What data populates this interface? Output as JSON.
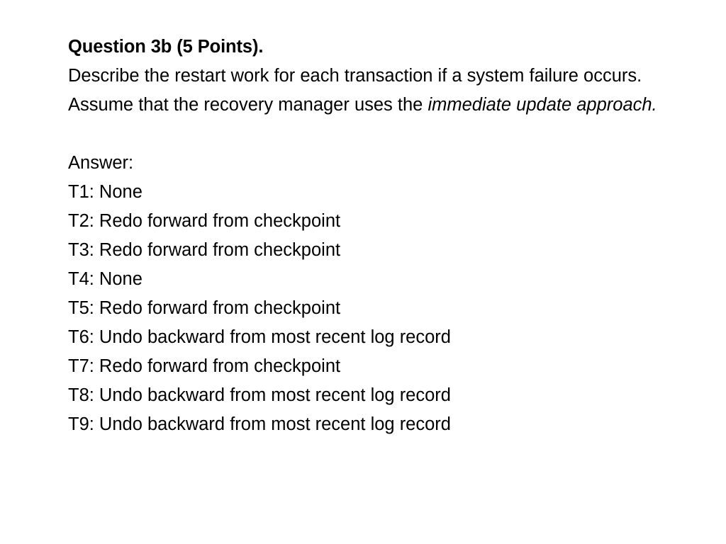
{
  "slide": {
    "background_color": "#ffffff",
    "text_color": "#000000",
    "heading": "Question 3b (5 Points).",
    "question": {
      "text_before_emphasis": "Describe the restart work for each transaction if a system failure occurs. Assume that the recovery manager uses the ",
      "emphasis": "immediate update approach."
    },
    "answer_label": "Answer:",
    "answers": [
      {
        "transaction": "T1:",
        "action": "None",
        "line": "T1: None"
      },
      {
        "transaction": "T2:",
        "action": "Redo forward from checkpoint",
        "line": "T2: Redo forward from checkpoint"
      },
      {
        "transaction": "T3:",
        "action": "Redo forward from checkpoint",
        "line": "T3: Redo forward from checkpoint"
      },
      {
        "transaction": "T4:",
        "action": "None",
        "line": "T4: None"
      },
      {
        "transaction": "T5:",
        "action": "Redo forward from checkpoint",
        "line": "T5: Redo forward from checkpoint"
      },
      {
        "transaction": "T6:",
        "action": "Undo backward from most recent log record",
        "line": "T6: Undo backward from most recent log record"
      },
      {
        "transaction": "T7:",
        "action": "Redo forward from checkpoint",
        "line": "T7: Redo forward from checkpoint"
      },
      {
        "transaction": "T8:",
        "action": "Undo backward from most recent log record",
        "line": "T8: Undo backward from most recent log record"
      },
      {
        "transaction": "T9:",
        "action": "Undo backward from most recent log record",
        "line": "T9: Undo backward from most recent log record"
      }
    ]
  }
}
